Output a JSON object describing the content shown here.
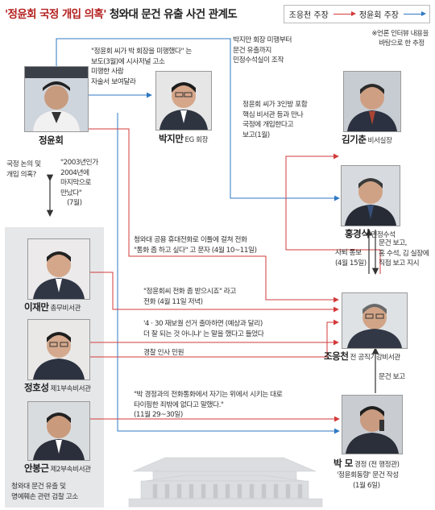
{
  "title": {
    "main_part1": "'정윤회 국정 개입 의혹'",
    "main_part2": " 청와대 문건 유출 사건 관계도"
  },
  "legend": {
    "jo_claim": "조응천 주장",
    "jung_claim": "정윤회 주장",
    "colors": {
      "jo_claim": "#d23b3b",
      "jung_claim": "#2f78c4"
    }
  },
  "note": {
    "line1": "※언론 인터뷰 내용을",
    "line2": "바탕으로 한 추정"
  },
  "people": {
    "jung": {
      "name": "정윤회",
      "role": ""
    },
    "park_jiman": {
      "name": "박지만",
      "role": "EG 회장"
    },
    "kim_kichun": {
      "name": "김기춘",
      "role": "비서실장"
    },
    "hong": {
      "name": "홍경식",
      "role": "민정수석"
    },
    "lee": {
      "name": "이재만",
      "role": "총무비서관"
    },
    "jung_hoseong": {
      "name": "정호성",
      "role": "제1부속비서관"
    },
    "an": {
      "name": "안봉근",
      "role": "제2부속비서관"
    },
    "jo": {
      "name": "조응천",
      "role": "전 공직기강비서관"
    },
    "park_mo": {
      "name": "박 모",
      "role": "경정 (전 행정관)"
    }
  },
  "annotations": {
    "jung_to_park_1": "\"정윤회 씨가 박 회장을 미행했다\" 는",
    "jung_to_park_2": "보도(3월)에 시사저널 고소",
    "jung_to_park_3": "미행한 사람",
    "jung_to_park_4": "자술서 보여달라",
    "park_leak_1": "박지만 회장 미행부터",
    "park_leak_2": "문건 유출까지",
    "park_leak_3": "민정수석실이 조작",
    "kim_report_1": "정윤회 씨가 3인방 포함",
    "kim_report_2": "핵심 비서관 등과 만나",
    "kim_report_3": "국정에 개입한다고",
    "kim_report_4": "보고(1월)",
    "state_affairs_1": "국정 논의 및",
    "state_affairs_2": "개입 의혹?",
    "last_met_1": "\"2003년인가",
    "last_met_2": "2004년에",
    "last_met_3": "마지막으로",
    "last_met_4": "만났다\"",
    "last_met_5": "(7월)",
    "calls_1": "청와대 공용 휴대전화로 이틀에 걸쳐 전화",
    "calls_2": "\"통화 좀 하고 싶다\" 고 문자 (4월 10~11일)",
    "hong_report_1": "문건 보고,",
    "hong_report_2": "홍 수석, 김 실장에",
    "hong_report_3": "직접 보고 지시",
    "notify_1": "사퇴 통보",
    "notify_2": "(4월 15일)",
    "lee_call_1": "\"정윤회씨 전화 좀 받으시죠\" 라고",
    "lee_call_2": "전화 (4월 11일 저녁)",
    "election_1": "'4 · 30 재보궐 선거 출마하면 (예상과 달리)",
    "election_2": "더 잘 되는 것 아니냐' 는 말을 했다고 들었다",
    "police_personnel": "경찰 인사 민원",
    "park_call_1": "\"박 경정과의 전화통화에서 자기는 위에서 시키는 대로",
    "park_call_2": "타이핑한 죄밖에 없다고 말했다.\"",
    "park_call_3": "(11월 29~30일)",
    "doc_report": "문건 보고",
    "park_mo_doc_1": "'정윤회동향' 문건 작성",
    "park_mo_doc_2": "(1월 6일)",
    "panel_caption_1": "청와대 문건 유출 및",
    "panel_caption_2": "명예훼손 관련 검찰 고소"
  }
}
